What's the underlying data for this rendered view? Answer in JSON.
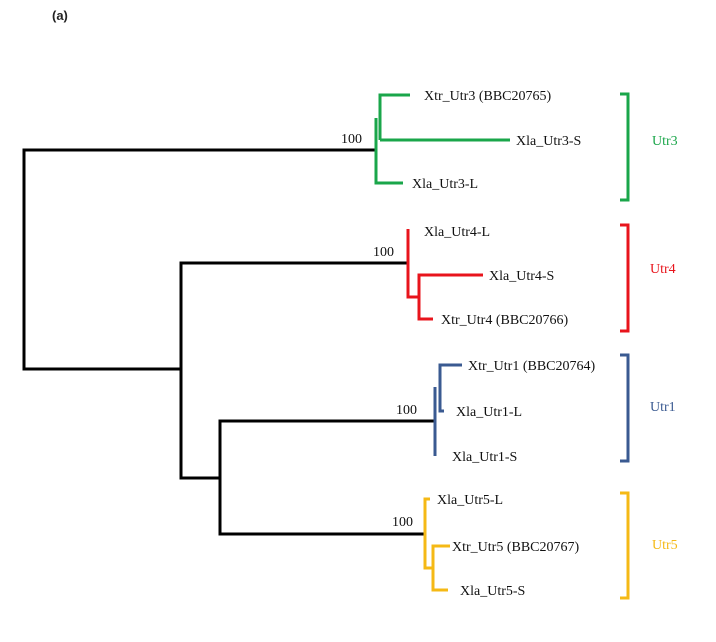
{
  "panel_label": "(a)",
  "colors": {
    "backbone": "#000000",
    "Utr3": "#1aa64a",
    "Utr4": "#e8141c",
    "Utr1": "#3a5a91",
    "Utr5": "#f5b915"
  },
  "bootstrap_values": [
    "100",
    "100",
    "100",
    "100"
  ],
  "clades": [
    {
      "name": "Utr3",
      "leaves": [
        "Xtr_Utr3 (BBC20765)",
        "Xla_Utr3-S",
        "Xla_Utr3-L"
      ]
    },
    {
      "name": "Utr4",
      "leaves": [
        "Xla_Utr4-L",
        "Xla_Utr4-S",
        "Xtr_Utr4 (BBC20766)"
      ]
    },
    {
      "name": "Utr1",
      "leaves": [
        "Xtr_Utr1 (BBC20764)",
        "Xla_Utr1-L",
        "Xla_Utr1-S"
      ]
    },
    {
      "name": "Utr5",
      "leaves": [
        "Xla_Utr5-L",
        "Xtr_Utr5 (BBC20767)",
        "Xla_Utr5-S"
      ]
    }
  ]
}
